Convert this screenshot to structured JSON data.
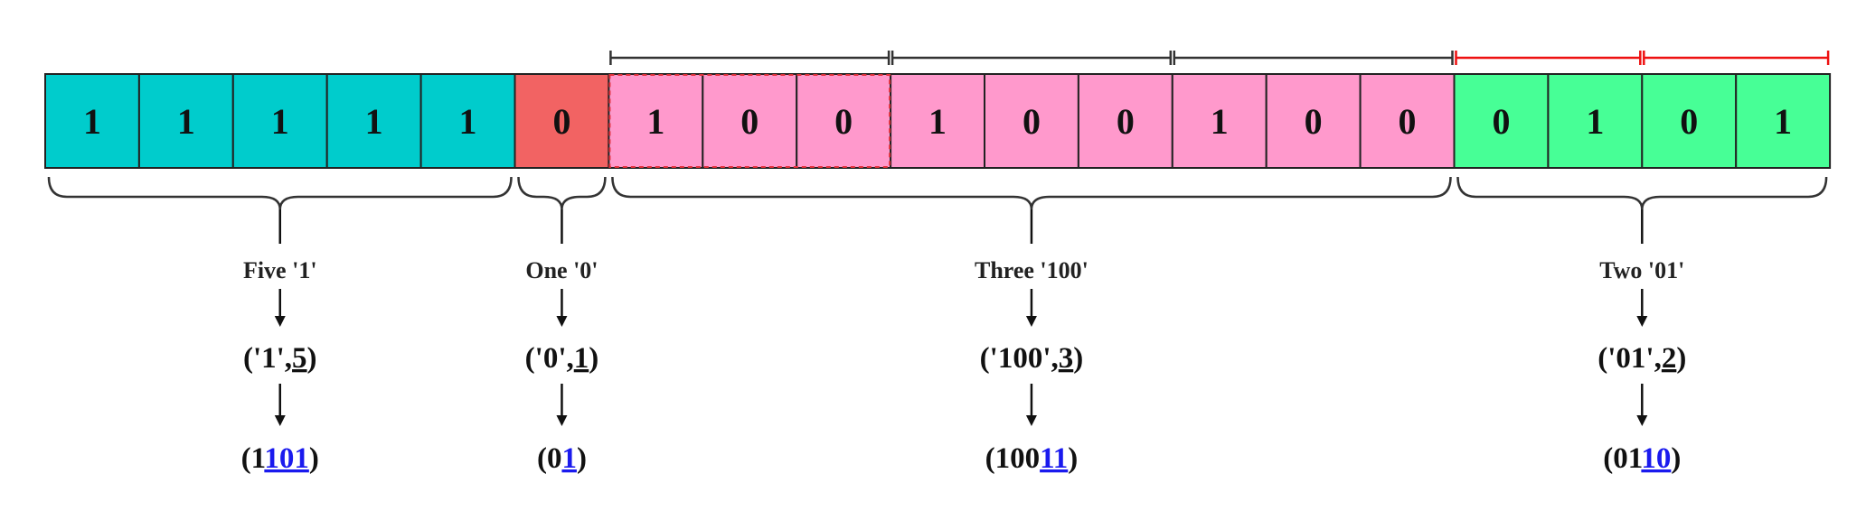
{
  "bits": [
    "1",
    "1",
    "1",
    "1",
    "1",
    "0",
    "1",
    "0",
    "0",
    "1",
    "0",
    "0",
    "1",
    "0",
    "0",
    "0",
    "1",
    "0",
    "1"
  ],
  "colors": {
    "ones_group": "#00cccc",
    "zero_group": "#f26363",
    "pattern100_group": "#ff99cc",
    "pattern01_group": "#47ff96",
    "dim_black": "#333333",
    "dim_red": "#ee1111",
    "link_blue": "#1a1aee",
    "dashed_outline": "#e0303a"
  },
  "groups": [
    {
      "id": "group-ones",
      "start": 0,
      "length": 5,
      "color_key": "ones_group",
      "label": "Five '1'",
      "pair": {
        "pre": "('",
        "value": "1",
        "mid": "',",
        "count": "5",
        "post": ")"
      },
      "code": {
        "pre": "(",
        "head": "1",
        "tail": "101",
        "post": ")"
      }
    },
    {
      "id": "group-zero",
      "start": 5,
      "length": 1,
      "color_key": "zero_group",
      "label": "One '0'",
      "pair": {
        "pre": "('",
        "value": "0",
        "mid": "',",
        "count": "1",
        "post": ")"
      },
      "code": {
        "pre": "(",
        "head": "0",
        "tail": "1",
        "post": ")"
      }
    },
    {
      "id": "group-100",
      "start": 6,
      "length": 9,
      "color_key": "pattern100_group",
      "label": "Three '100'",
      "pair": {
        "pre": "('",
        "value": "100",
        "mid": "',",
        "count": "3",
        "post": ")"
      },
      "code": {
        "pre": "(",
        "head": "100",
        "tail": "11",
        "post": ")"
      }
    },
    {
      "id": "group-01",
      "start": 15,
      "length": 4,
      "color_key": "pattern01_group",
      "label": "Two '01'",
      "pair": {
        "pre": "('",
        "value": "01",
        "mid": "',",
        "count": "2",
        "post": ")"
      },
      "code": {
        "pre": "(",
        "head": "01",
        "tail": "10",
        "post": ")"
      }
    }
  ],
  "dimension_segments": [
    {
      "start": 6,
      "length": 3,
      "color_key": "dim_black"
    },
    {
      "start": 9,
      "length": 3,
      "color_key": "dim_black"
    },
    {
      "start": 12,
      "length": 3,
      "color_key": "dim_black"
    },
    {
      "start": 15,
      "length": 2,
      "color_key": "dim_red"
    },
    {
      "start": 17,
      "length": 2,
      "color_key": "dim_red"
    }
  ],
  "dashed_highlight": {
    "start": 6,
    "length": 3
  }
}
